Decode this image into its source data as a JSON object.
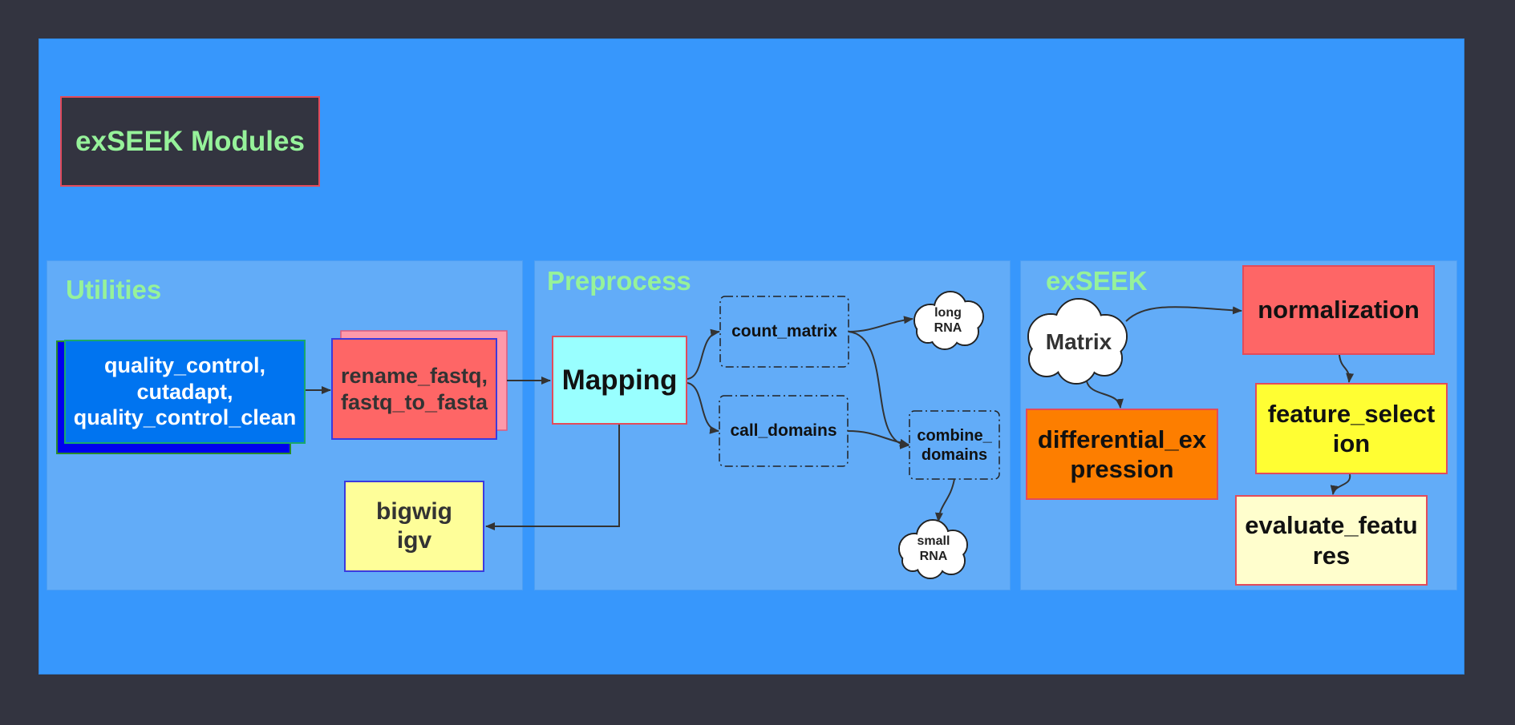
{
  "diagram": {
    "title": "exSEEK Modules",
    "panels": {
      "utilities": "Utilities",
      "preprocess": "Preprocess",
      "exseek": "exSEEK"
    },
    "nodes": {
      "quality": "quality_control, cutadapt, quality_control_clean",
      "rename": "rename_fastq,fastq_to_fasta",
      "bigwig": "bigwig igv",
      "mapping": "Mapping",
      "count_matrix": "count_matrix",
      "call_domains": "call_domains",
      "combine_domains": "combine_ domains",
      "long_rna": "long RNA",
      "small_rna": "small RNA",
      "matrix": "Matrix",
      "normalization": "normalization",
      "differential_expression": "differential_expression",
      "feature_selection": "feature_selection",
      "evaluate_features": "evaluate_features"
    },
    "colors": {
      "background": "#333440",
      "frame": "#3797fc",
      "panel": "#62acf8",
      "panel_label": "#96f29a",
      "quality": "#0074f0",
      "rename": "#fe6666",
      "bigwig": "#fefe99",
      "mapping": "#99ffff",
      "normalization": "#fe6666",
      "differential_expression": "#fd7e00",
      "feature_selection": "#fffe33",
      "evaluate_features": "#fffecd"
    }
  }
}
